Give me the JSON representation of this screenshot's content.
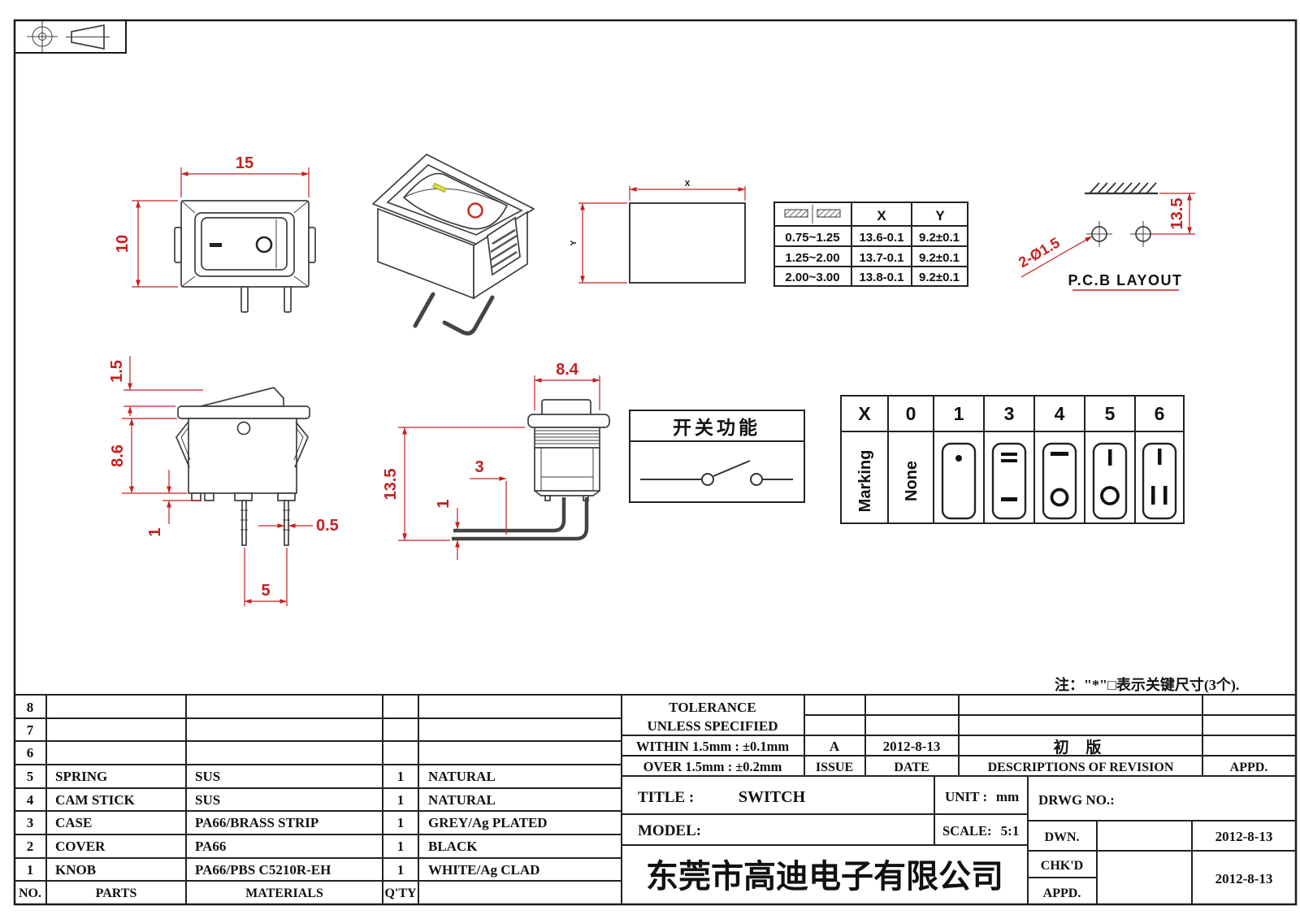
{
  "colors": {
    "dimension_red": "#c52020",
    "drawing_line": "#3e3e3e",
    "table_line": "#222222",
    "marking_yellow": "#d6dd3a"
  },
  "dims": {
    "front_width": "15",
    "front_height": "10",
    "side_rocker_height": "1.5",
    "side_body_height": "8.6",
    "side_pin_shoulder": "1",
    "side_pin_width": "0.5",
    "side_pin_pitch": "5",
    "end_width": "8.4",
    "end_height": "13.5",
    "end_pin_length": "3",
    "end_pin_thickness": "1",
    "cutout_width_label": "X",
    "cutout_height_label": "Y",
    "pcb_holes": "2-Ø1.5",
    "pcb_pin_pitch": "13.5",
    "pcb_caption": "P.C.B LAYOUT"
  },
  "panel_table": {
    "header_x": "X",
    "header_y": "Y",
    "rows": [
      [
        "0.75~1.25",
        "13.6-0.1",
        "9.2±0.1"
      ],
      [
        "1.25~2.00",
        "13.7-0.1",
        "9.2±0.1"
      ],
      [
        "2.00~3.00",
        "13.8-0.1",
        "9.2±0.1"
      ]
    ]
  },
  "function_box": {
    "title": "开关功能"
  },
  "marking_table": {
    "h0": "X",
    "h1": "0",
    "h2": "1",
    "h3": "3",
    "h4": "4",
    "h5": "5",
    "h6": "6",
    "row_label": "Marking",
    "none": "None"
  },
  "note": "注：\"*\"□表示关键尺寸(3个).",
  "parts_table": {
    "rows": [
      [
        "8",
        "",
        "",
        "",
        ""
      ],
      [
        "7",
        "",
        "",
        "",
        ""
      ],
      [
        "6",
        "",
        "",
        "",
        ""
      ],
      [
        "5",
        "SPRING",
        "SUS",
        "1",
        "NATURAL"
      ],
      [
        "4",
        "CAM STICK",
        "SUS",
        "1",
        "NATURAL"
      ],
      [
        "3",
        "CASE",
        "PA66/BRASS STRIP",
        "1",
        "GREY/Ag PLATED"
      ],
      [
        "2",
        "COVER",
        "PA66",
        "1",
        "BLACK"
      ],
      [
        "1",
        "KNOB",
        "PA66/PBS C5210R-EH",
        "1",
        "WHITE/Ag CLAD"
      ]
    ],
    "footer": {
      "no": "NO.",
      "parts": "PARTS",
      "materials": "MATERIALS",
      "qty": "Q'TY"
    }
  },
  "revision_block": {
    "tolerance_line1": "TOLERANCE",
    "tolerance_line2": "UNLESS SPECIFIED",
    "within": "WITHIN 1.5mm : ±0.1mm",
    "over": "OVER 1.5mm : ±0.2mm",
    "issue_value": "A",
    "issue_label": "ISSUE",
    "date_value": "2012-8-13",
    "date_label": "DATE",
    "revision_value": "初 版",
    "descriptions_label": "DESCRIPTIONS OF REVISION",
    "appd_label": "APPD."
  },
  "title_block": {
    "title_label": "TITLE :",
    "title_value": "SWITCH",
    "unit_label": "UNIT :",
    "unit_value": "mm",
    "drwg_label": "DRWG NO.:",
    "model_label": "MODEL:",
    "scale_label": "SCALE:",
    "scale_value": "5:1",
    "dwn_label": "DWN.",
    "dwn_date": "2012-8-13",
    "chkd_label": "CHK'D",
    "appd_label": "APPD.",
    "approve_date": "2012-8-13",
    "company": "东莞市高迪电子有限公司"
  }
}
